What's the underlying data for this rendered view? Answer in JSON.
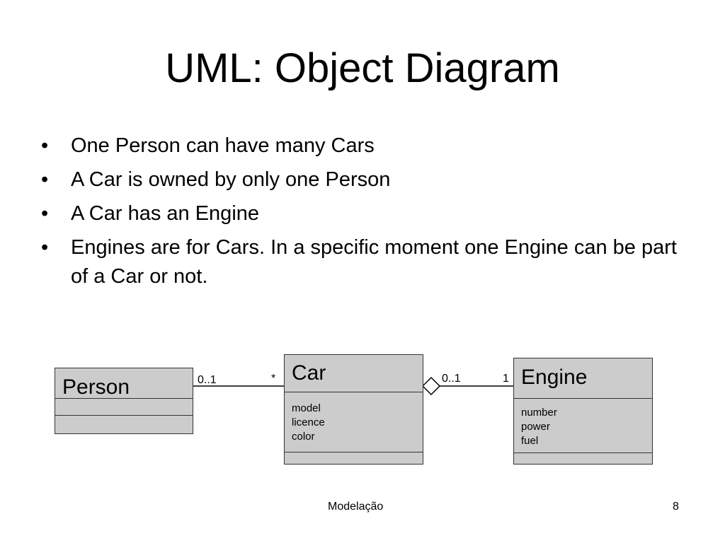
{
  "slide": {
    "title": "UML: Object Diagram",
    "bullet_marker": "•",
    "bullets": [
      "One Person can have many Cars",
      "A Car is owned by only one Person",
      "A Car has an Engine",
      "Engines are for Cars. In a specific moment one Engine can be part of a Car or not."
    ]
  },
  "diagram": {
    "person": {
      "name": "Person",
      "attributes": []
    },
    "car": {
      "name": "Car",
      "attributes": [
        "model",
        "licence",
        "color"
      ]
    },
    "engine": {
      "name": "Engine",
      "attributes": [
        "number",
        "power",
        "fuel"
      ]
    },
    "person_car": {
      "person_end": "0..1",
      "car_end": "*"
    },
    "car_engine": {
      "car_end": "0..1",
      "engine_end": "1",
      "type": "aggregation"
    },
    "class_fill": "#cccccc"
  },
  "footer": {
    "center": "Modelação",
    "page_number": "8"
  }
}
